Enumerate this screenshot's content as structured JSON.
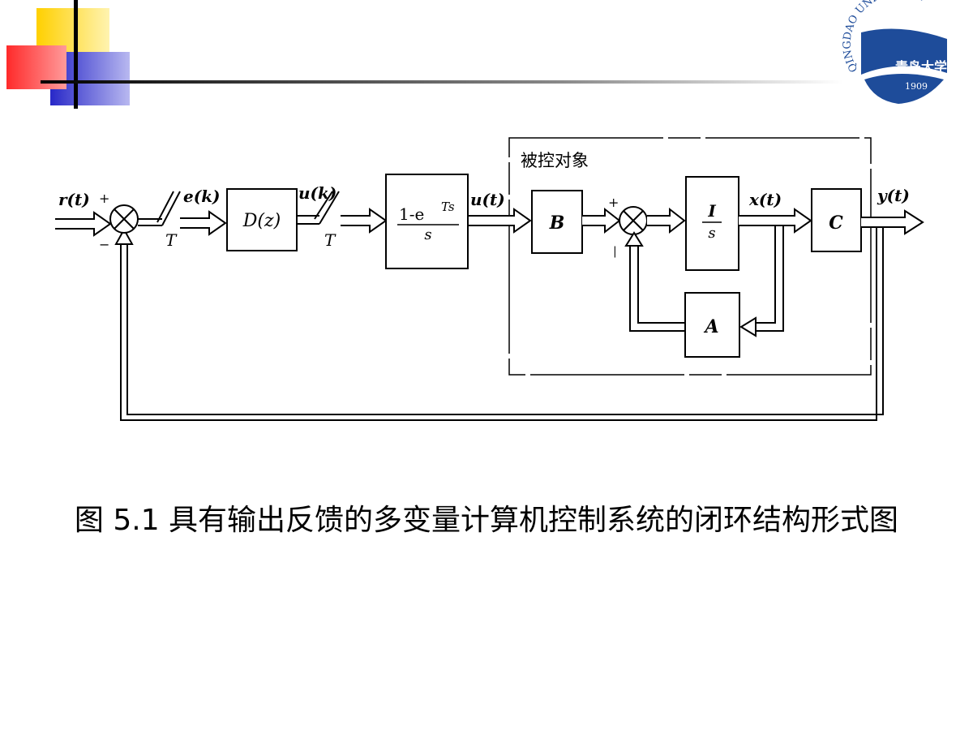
{
  "logo": {
    "arc_text": "QINGDAO UNIVERSITY",
    "name": "青岛大学",
    "year": "1909"
  },
  "diagram": {
    "plant_label": "被控对象",
    "signals": {
      "r": "r(t)",
      "e": "e(k)",
      "u_k": "u(k)",
      "u_t": "u(t)",
      "x": "x(t)",
      "y": "y(t)"
    },
    "sampler_label": "T",
    "blocks": {
      "D": "D(z)",
      "zoh_num_1": "1-e",
      "zoh_num_2": "Ts",
      "zoh_den": "s",
      "B": "B",
      "int_num": "I",
      "int_den": "s",
      "A": "A",
      "C": "C"
    },
    "signs": {
      "plus": "+",
      "minus": "−",
      "bar": "|"
    }
  },
  "caption": "图 5.1 具有输出反馈的多变量计算机控制系统的闭环结构形式图",
  "colors": {
    "accent_yellow": "#ffd21a",
    "accent_red": "#ff3a3a",
    "accent_blue": "#3a3ad0",
    "logo_blue": "#1e4c9a",
    "line": "#000000"
  }
}
